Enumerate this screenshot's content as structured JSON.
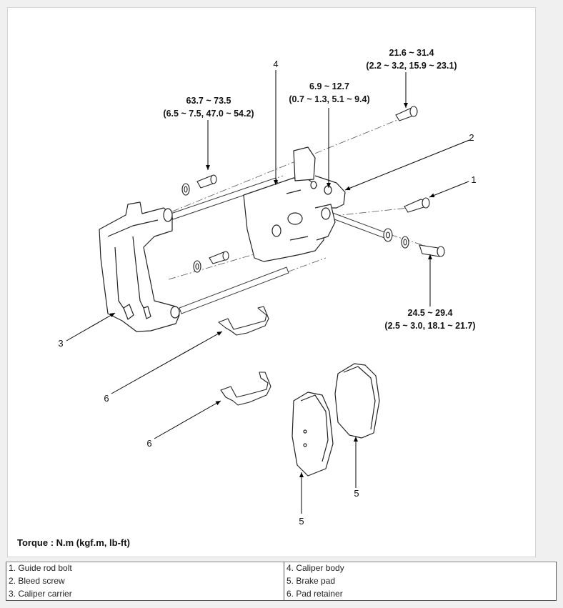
{
  "callouts": {
    "n1": "1",
    "n2": "2",
    "n3": "3",
    "n4": "4",
    "n5a": "5",
    "n5b": "5",
    "n6a": "6",
    "n6b": "6"
  },
  "torques": {
    "top_right_line1": "21.6 ~ 31.4",
    "top_right_line2": "(2.2 ~ 3.2, 15.9 ~ 23.1)",
    "bleed_line1": "6.9 ~ 12.7",
    "bleed_line2": "(0.7 ~ 1.3, 5.1 ~ 9.4)",
    "left_line1": "63.7 ~ 73.5",
    "left_line2": "(6.5 ~ 7.5, 47.0 ~ 54.2)",
    "bottom_right_line1": "24.5 ~ 29.4",
    "bottom_right_line2": "(2.5 ~ 3.0, 18.1 ~ 21.7)"
  },
  "torque_unit_label": "Torque : N.m (kgf.m, lb-ft)",
  "legend": {
    "rows": [
      {
        "left": "1. Guide rod bolt",
        "right": "4. Caliper body"
      },
      {
        "left": "2. Bleed screw",
        "right": "5. Brake pad"
      },
      {
        "left": "3. Caliper carrier",
        "right": "6. Pad retainer"
      }
    ]
  }
}
